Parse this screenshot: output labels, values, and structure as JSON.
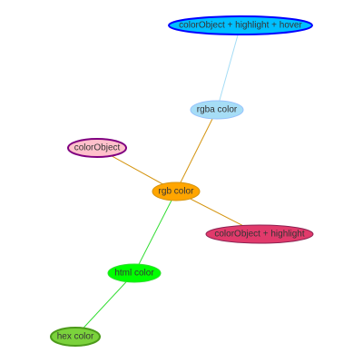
{
  "graph": {
    "nodes": [
      {
        "id": "n1",
        "label": "colorObject + highlight + hover",
        "fill": "#00BFFF",
        "border": "#0000FF",
        "border_width": 2
      },
      {
        "id": "n2",
        "label": "rgba color",
        "fill": "#A6DDF6",
        "border": "#97C2FC",
        "border_width": 1
      },
      {
        "id": "n3",
        "label": "colorObject",
        "fill": "#FFC0CB",
        "border": "#800080",
        "border_width": 2
      },
      {
        "id": "n4",
        "label": "rgb color",
        "fill": "#FFA500",
        "border": "#D4940F",
        "border_width": 1
      },
      {
        "id": "n5",
        "label": "colorObject + highlight",
        "fill": "#E13A6B",
        "border": "#8B2252",
        "border_width": 1
      },
      {
        "id": "n6",
        "label": "html color",
        "fill": "#00FF00",
        "border": "#33DD33",
        "border_width": 1
      },
      {
        "id": "n7",
        "label": "hex color",
        "fill": "#7BD23C",
        "border": "#4C9A1A",
        "border_width": 2
      }
    ],
    "edges": [
      {
        "from": "n1",
        "to": "n2",
        "color": "#A6DDF6"
      },
      {
        "from": "n2",
        "to": "n4",
        "color": "#D4940F"
      },
      {
        "from": "n3",
        "to": "n4",
        "color": "#D4940F"
      },
      {
        "from": "n4",
        "to": "n5",
        "color": "#D4940F"
      },
      {
        "from": "n4",
        "to": "n6",
        "color": "#33DD33"
      },
      {
        "from": "n6",
        "to": "n7",
        "color": "#33DD33"
      }
    ]
  }
}
